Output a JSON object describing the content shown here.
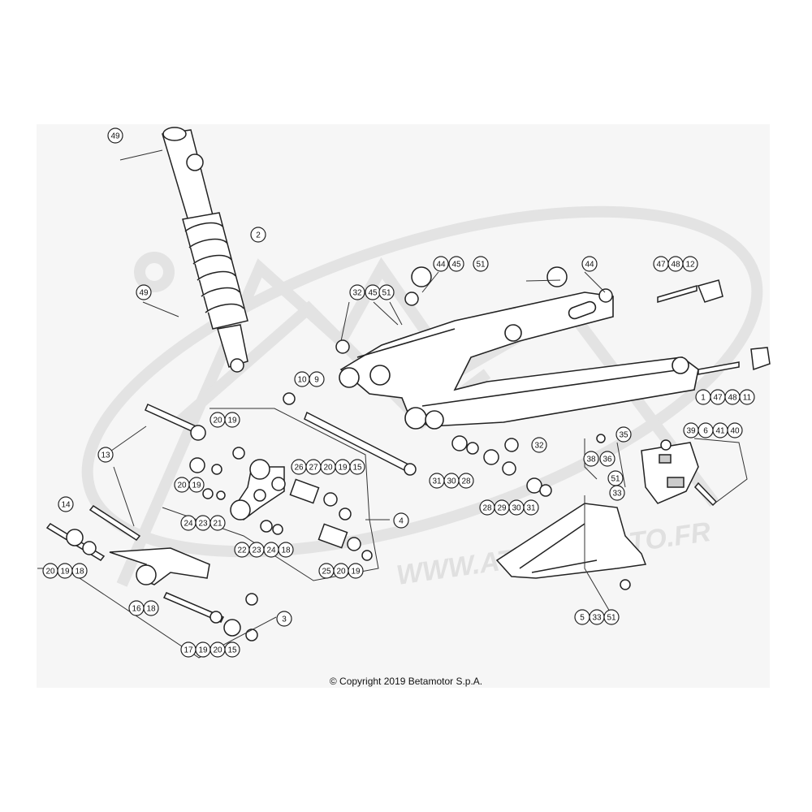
{
  "copyright": "© Copyright 2019 Betamotor S.p.A.",
  "watermark": "WWW.ATOMICMOTO.FR",
  "callouts": [
    "49",
    "2",
    "49",
    "32",
    "45",
    "51",
    "44",
    "45",
    "51",
    "44",
    "47",
    "48",
    "12",
    "10",
    "9",
    "1",
    "47",
    "48",
    "11",
    "20",
    "19",
    "13",
    "20",
    "19",
    "24",
    "23",
    "21",
    "22",
    "23",
    "24",
    "18",
    "26",
    "27",
    "20",
    "19",
    "15",
    "31",
    "30",
    "28",
    "32",
    "28",
    "29",
    "30",
    "31",
    "25",
    "20",
    "19",
    "4",
    "14",
    "20",
    "19",
    "18",
    "16",
    "18",
    "3",
    "17",
    "19",
    "20",
    "15",
    "39",
    "6",
    "41",
    "40",
    "35",
    "38",
    "36",
    "51",
    "33",
    "5",
    "33",
    "51"
  ]
}
